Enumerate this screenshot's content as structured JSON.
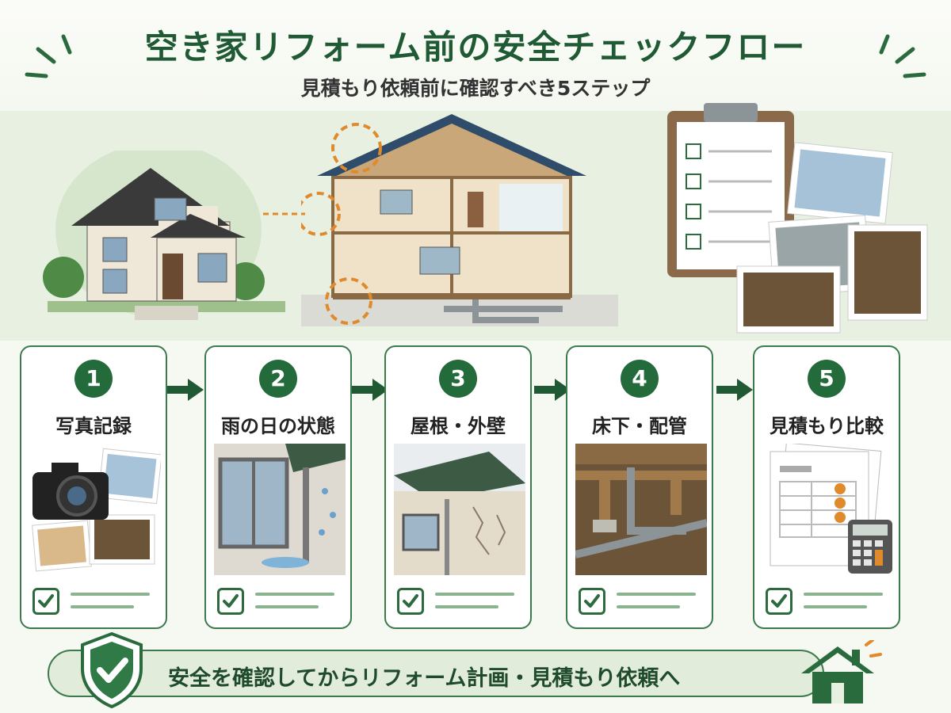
{
  "header": {
    "title": "空き家リフォーム前の安全チェックフロー",
    "subtitle": "見積もり依頼前に確認すべき5ステップ"
  },
  "steps": [
    {
      "number": "1",
      "label": "写真記録"
    },
    {
      "number": "2",
      "label": "雨の日の状態"
    },
    {
      "number": "3",
      "label": "屋根・外壁"
    },
    {
      "number": "4",
      "label": "床下・配管"
    },
    {
      "number": "5",
      "label": "見積もり比較"
    }
  ],
  "footer": {
    "banner_text": "安全を確認してからリフォーム計画・見積もり依頼へ"
  },
  "icons": {
    "arrows": "arrow-right-icon",
    "check": "checkmark-icon",
    "shield": "shield-check-icon",
    "home": "house-icon",
    "yen": "¥"
  },
  "colors": {
    "primary_green": "#246b3c",
    "accent_orange": "#e08a2c",
    "background": "#f6f8f2"
  }
}
